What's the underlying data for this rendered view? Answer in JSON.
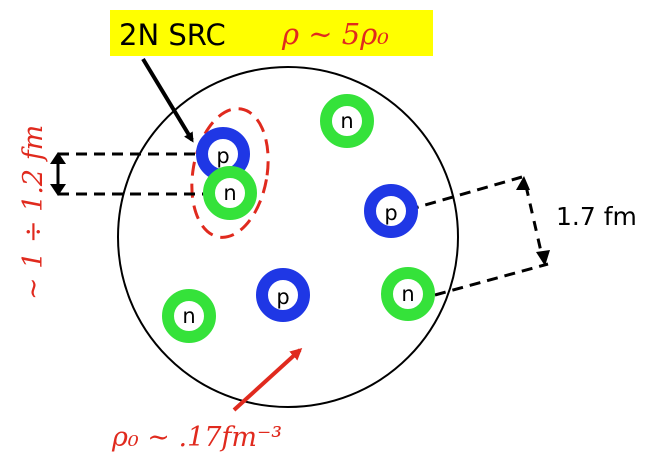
{
  "title": {
    "label": "2N SRC",
    "density": "ρ ∼ 5ρ₀",
    "highlight_color": "#ffff00"
  },
  "nucleons": [
    {
      "label": "p",
      "color": "#1f37e5",
      "kind": "proton"
    },
    {
      "label": "n",
      "color": "#35e23a",
      "kind": "neutron"
    },
    {
      "label": "n",
      "color": "#35e23a",
      "kind": "neutron"
    },
    {
      "label": "p",
      "color": "#1f37e5",
      "kind": "proton"
    },
    {
      "label": "p",
      "color": "#1f37e5",
      "kind": "proton"
    },
    {
      "label": "n",
      "color": "#35e23a",
      "kind": "neutron"
    },
    {
      "label": "n",
      "color": "#35e23a",
      "kind": "neutron"
    }
  ],
  "annotations": {
    "separation_label": "1.7 fm",
    "pair_distance_label": "∼ 1 ÷ 1.2 fm",
    "density_label": "ρ₀ ∼ .17fm⁻³"
  },
  "colors": {
    "red_annotation": "#e02a1e",
    "proton": "#1f37e5",
    "neutron": "#35e23a"
  }
}
